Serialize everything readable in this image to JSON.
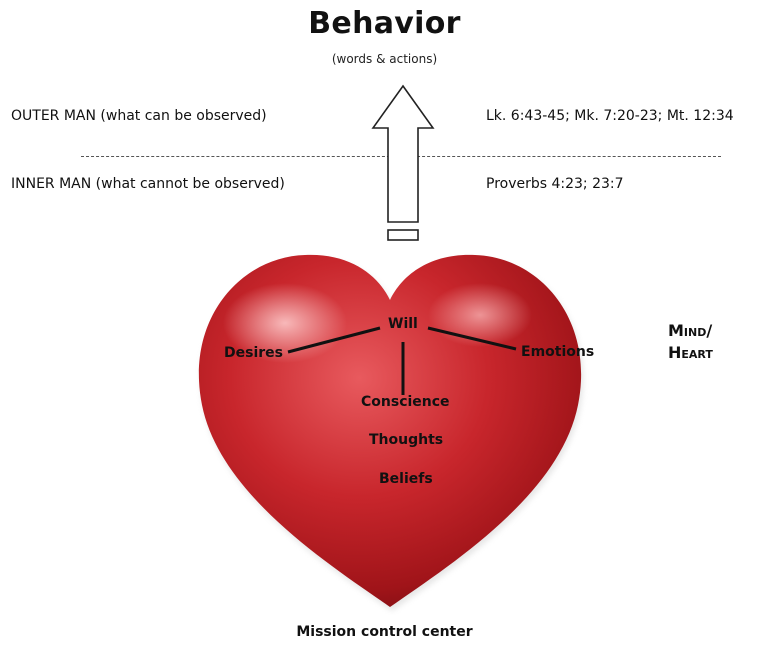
{
  "header": {
    "title": "Behavior",
    "subtitle": "(words & actions)"
  },
  "outer": {
    "label": "OUTER MAN (what can be observed)",
    "reference": "Lk. 6:43-45; Mk. 7:20-23; Mt. 12:34"
  },
  "inner": {
    "label": "INNER MAN (what cannot be observed)",
    "reference": "Proverbs 4:23; 23:7"
  },
  "heart": {
    "will": "Will",
    "desires": "Desires",
    "emotions": "Emotions",
    "conscience": "Conscience",
    "thoughts": "Thoughts",
    "beliefs": "Beliefs",
    "fill_color": "#c8262c",
    "highlight_color": "#f4a0a0",
    "shadow_color": "#6e0a10"
  },
  "side_label": {
    "line1": "Mind/",
    "line2": "Heart"
  },
  "caption": "Mission control center",
  "icons": {
    "arrow": "up-arrow-icon",
    "heart": "heart-icon"
  }
}
